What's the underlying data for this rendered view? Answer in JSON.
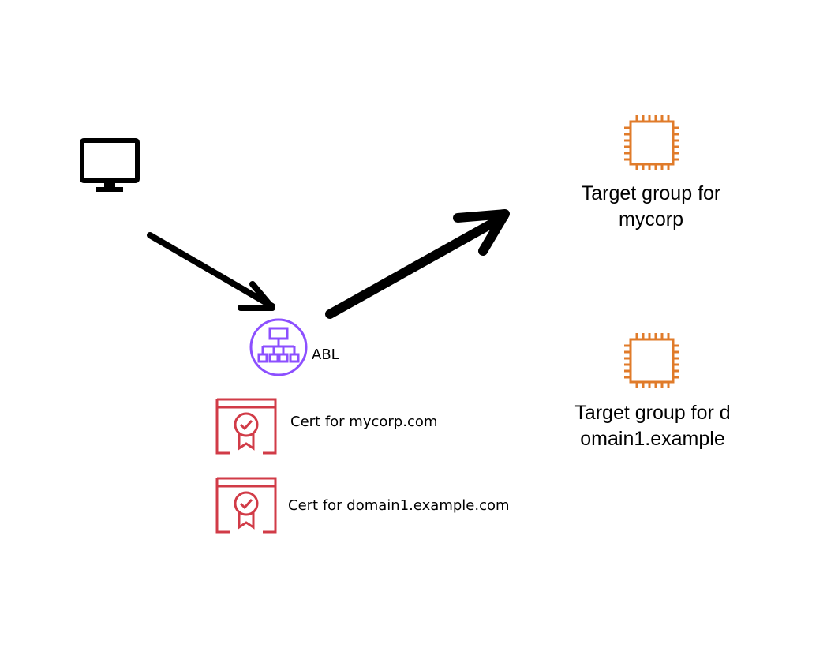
{
  "diagram": {
    "client": {
      "icon": "desktop-monitor-icon"
    },
    "load_balancer": {
      "icon": "application-load-balancer-icon",
      "label": "ABL",
      "color": "#8c4fff"
    },
    "certificates": [
      {
        "icon": "certificate-icon",
        "label": "Cert for mycorp.com",
        "color": "#d13b47"
      },
      {
        "icon": "certificate-icon",
        "label": "Cert for domain1.example.com",
        "color": "#d13b47"
      }
    ],
    "target_groups": [
      {
        "icon": "ec2-instance-chip-icon",
        "label": "Target group for mycorp",
        "color": "#e07b2a"
      },
      {
        "icon": "ec2-instance-chip-icon",
        "label": "Target group for domain1.example",
        "color": "#e07b2a"
      }
    ],
    "arrows": [
      {
        "from": "client",
        "to": "load_balancer"
      },
      {
        "from": "load_balancer",
        "to": "target_groups"
      }
    ]
  }
}
